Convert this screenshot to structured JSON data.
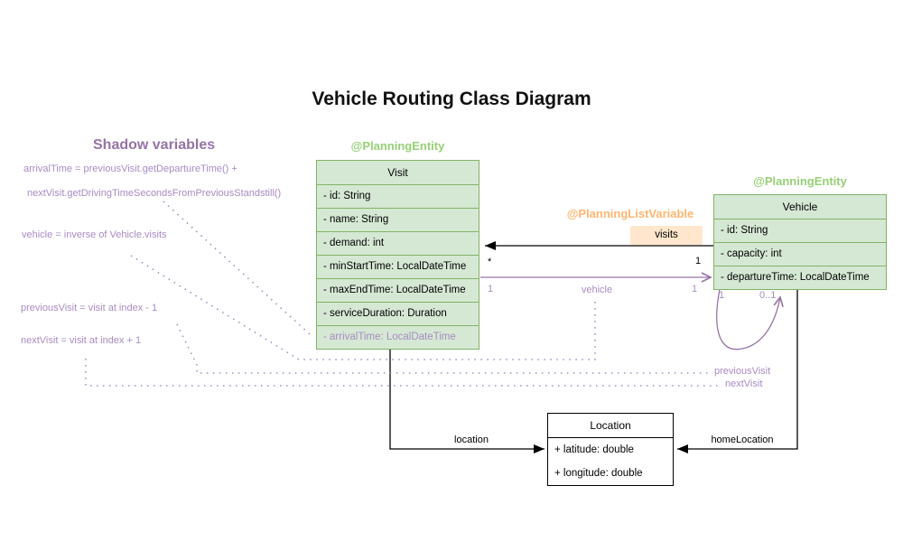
{
  "title": "Vehicle Routing Class Diagram",
  "colors": {
    "class_fill_green": "#d5e8d4",
    "class_stroke_green": "#82b366",
    "annotation_green": "#97d077",
    "annotation_orange": "#ffb570",
    "badge_fill_orange": "#ffe6cc",
    "purple": "#9673a6",
    "purple_light": "#a88bc2",
    "black": "#000000"
  },
  "shadow_panel": {
    "heading": "Shadow variables",
    "lines": [
      "arrivalTime = previousVisit.getDepartureTime() +",
      "nextVisit.getDrivingTimeSecondsFromPreviousStandstill()",
      "vehicle = inverse of Vehicle.visits",
      "previousVisit = visit at index - 1",
      "nextVisit = visit at index + 1"
    ]
  },
  "visit_class": {
    "annotation": "@PlanningEntity",
    "name": "Visit",
    "fields": [
      "- id: String",
      "- name: String",
      "- demand: int",
      "- minStartTime: LocalDateTime",
      "- maxEndTime: LocalDateTime",
      "- serviceDuration: Duration",
      "- arrivalTime: LocalDateTime"
    ]
  },
  "vehicle_class": {
    "annotation": "@PlanningEntity",
    "name": "Vehicle",
    "fields": [
      "- id: String",
      "- capacity: int",
      "- departureTime: LocalDateTime"
    ]
  },
  "location_class": {
    "name": "Location",
    "fields": [
      "+ latitude: double",
      "+ longitude: double"
    ]
  },
  "relations": {
    "visits": {
      "annotation": "@PlanningListVariable",
      "label": "visits",
      "mult_visit_end": "*",
      "mult_vehicle_end": "1"
    },
    "vehicle": {
      "label": "vehicle",
      "mult_visit_end": "1",
      "mult_vehicle_end": "1"
    },
    "previous_next": {
      "previous_label": "previousVisit",
      "next_label": "nextVisit",
      "mult_left": "1",
      "mult_right": "0..1"
    },
    "location": {
      "label": "location"
    },
    "home_location": {
      "label": "homeLocation"
    }
  }
}
